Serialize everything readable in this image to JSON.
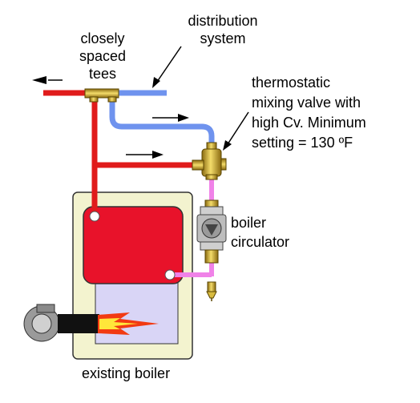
{
  "labels": {
    "closely_spaced_tees": [
      "closely",
      "spaced",
      "tees"
    ],
    "distribution_system": [
      "distribution",
      "system"
    ],
    "mixing_valve": [
      "thermostatic",
      "mixing valve with",
      "high Cv. Minimum",
      "setting = 130 ºF"
    ],
    "boiler_circulator": [
      "boiler",
      "circulator"
    ],
    "existing_boiler": "existing boiler"
  },
  "colors": {
    "hot_pipe": "#e01b1b",
    "cool_pipe": "#6f93ee",
    "mixed_pipe": "#f082e8",
    "boiler_cabinet": "#f3f3cf",
    "boiler_vessel": "#e8122a",
    "firebox": "#d9d5f6",
    "flame_outer": "#f23a12",
    "flame_inner": "#ffe73a",
    "brass": "#d8bb3f"
  }
}
